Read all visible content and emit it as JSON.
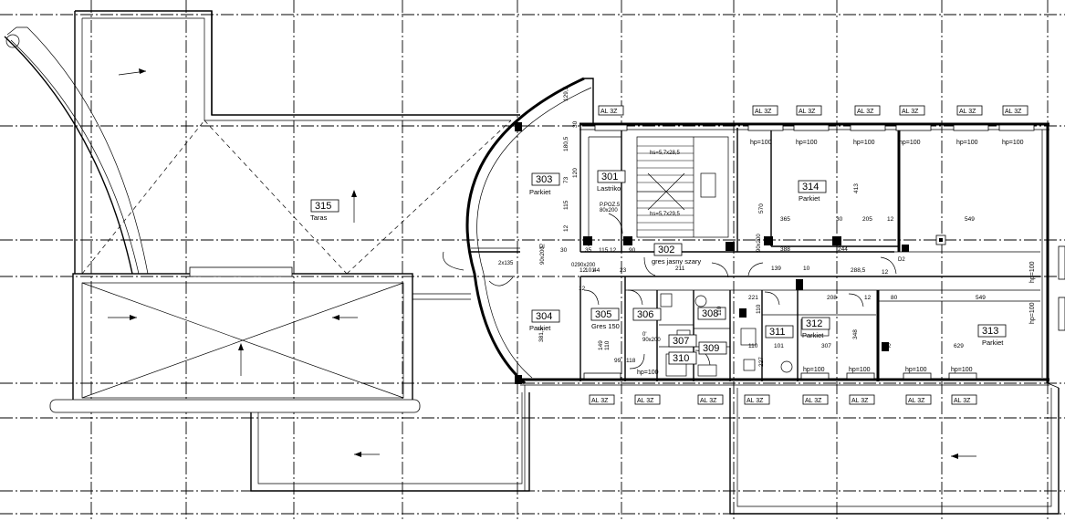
{
  "rooms": [
    {
      "id": "r315",
      "num": "315",
      "finish": "Taras"
    },
    {
      "id": "r303",
      "num": "303",
      "finish": "Parkiet"
    },
    {
      "id": "r301",
      "num": "301",
      "finish": "Lastriko"
    },
    {
      "id": "r314",
      "num": "314",
      "finish": "Parkiet"
    },
    {
      "id": "r302",
      "num": "302",
      "finish": "gres jasny szary"
    },
    {
      "id": "r304",
      "num": "304",
      "finish": "Parkiet"
    },
    {
      "id": "r305",
      "num": "305",
      "finish": "Gres 150"
    },
    {
      "id": "r306",
      "num": "306",
      "finish": ""
    },
    {
      "id": "r307",
      "num": "307",
      "finish": ""
    },
    {
      "id": "r308",
      "num": "308",
      "finish": ""
    },
    {
      "id": "r309",
      "num": "309",
      "finish": ""
    },
    {
      "id": "r310",
      "num": "310",
      "finish": ""
    },
    {
      "id": "r311",
      "num": "311",
      "finish": ""
    },
    {
      "id": "r312",
      "num": "312",
      "finish": "Parkiet"
    },
    {
      "id": "r313",
      "num": "313",
      "finish": "Parkiet"
    }
  ],
  "tags": {
    "al": "AL 3Z",
    "hp": "hp=100"
  },
  "dims": {
    "d1": "180,5",
    "d2": "73",
    "d3": "115",
    "d4": "129,5",
    "d5": "12",
    "d6": "120",
    "d7": "30",
    "d8": "35",
    "d9": "115",
    "d10": "12",
    "d11": "90",
    "d12": "30",
    "d13": "365",
    "d14": "30",
    "d15": "205",
    "d16": "12",
    "d17": "549",
    "d18": "413",
    "d19": "570",
    "d20": "388",
    "d21": "244",
    "d22": "139",
    "d23": "211",
    "d24": "10",
    "d25": "288,5",
    "d26": "12",
    "d27": "221",
    "d28": "208",
    "d29": "12",
    "d30": "80",
    "d31": "549",
    "d32": "101",
    "d33": "44",
    "d34": "12",
    "d35": "23",
    "d36": "110",
    "d37": "101",
    "d38": "307",
    "d39": "12",
    "d40": "629",
    "d41": "381,5",
    "d42": "348",
    "d43": "99",
    "d44": "118",
    "d45": "110",
    "d46": "12",
    "d47": "149",
    "d48": "110",
    "d49": "227",
    "d50": "110"
  },
  "notes": {
    "door_a": "80x200",
    "door_b": "90x200",
    "door_c": "P.POZ.5",
    "door_d": "90x200",
    "stairs_top": "hs=5,7x28,5",
    "stairs_bot": "hs=5,7x29,5",
    "window_a": "2x135",
    "window_b": "D2",
    "window_c": "Dl",
    "hp_side": "hp=100",
    "d_0290": "0290x200",
    "d_e0": "0'",
    "door_e": "90x200"
  }
}
